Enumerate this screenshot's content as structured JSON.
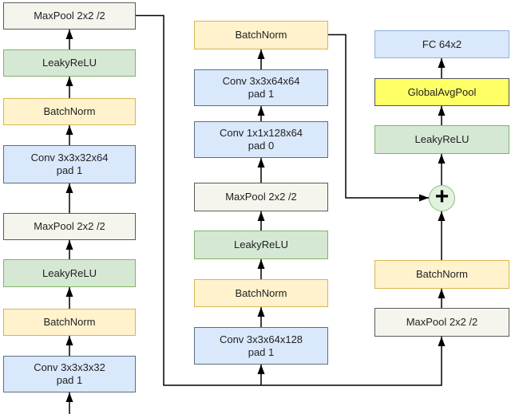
{
  "diagram_type": "cnn-architecture-flowchart",
  "colors": {
    "conv_fill": "#DAE8FC",
    "conv_border": "#5B6E82",
    "maxpool_fill": "#F6F5ED",
    "maxpool_border": "#5A5A5A",
    "batchnorm_fill": "#FFF2CC",
    "batchnorm_border": "#D6B656",
    "activation_fill": "#D5E8D4",
    "activation_border": "#82B366",
    "fc_fill": "#DAE8FC",
    "fc_border": "#8FAFD9",
    "globalavgpool_fill": "#FFFF66",
    "add_fill": "#E3F2DF",
    "add_border": "#8CBE78",
    "wire": "#000000"
  },
  "columns": {
    "left": {
      "blocks": [
        {
          "type": "maxpool",
          "label": "MaxPool 2x2 /2"
        },
        {
          "type": "activation",
          "label": "LeakyReLU"
        },
        {
          "type": "batchnorm",
          "label": "BatchNorm"
        },
        {
          "type": "conv",
          "label": "Conv 3x3x32x64",
          "sublabel": "pad 1"
        },
        {
          "type": "maxpool",
          "label": "MaxPool 2x2 /2"
        },
        {
          "type": "activation",
          "label": "LeakyReLU"
        },
        {
          "type": "batchnorm",
          "label": "BatchNorm"
        },
        {
          "type": "conv",
          "label": "Conv 3x3x3x32",
          "sublabel": "pad 1"
        }
      ]
    },
    "middle": {
      "blocks": [
        {
          "type": "batchnorm",
          "label": "BatchNorm"
        },
        {
          "type": "conv",
          "label": "Conv 3x3x64x64",
          "sublabel": "pad 1"
        },
        {
          "type": "conv",
          "label": "Conv 1x1x128x64",
          "sublabel": "pad 0"
        },
        {
          "type": "maxpool",
          "label": "MaxPool 2x2 /2"
        },
        {
          "type": "activation",
          "label": "LeakyReLU"
        },
        {
          "type": "batchnorm",
          "label": "BatchNorm"
        },
        {
          "type": "conv",
          "label": "Conv 3x3x64x128",
          "sublabel": "pad 1"
        }
      ]
    },
    "right": {
      "blocks": [
        {
          "type": "fc",
          "label": "FC 64x2"
        },
        {
          "type": "pool",
          "label": "GlobalAvgPool"
        },
        {
          "type": "activation",
          "label": "LeakyReLU"
        },
        {
          "type": "add",
          "label": "+"
        },
        {
          "type": "batchnorm",
          "label": "BatchNorm"
        },
        {
          "type": "maxpool",
          "label": "MaxPool 2x2 /2"
        }
      ]
    }
  }
}
